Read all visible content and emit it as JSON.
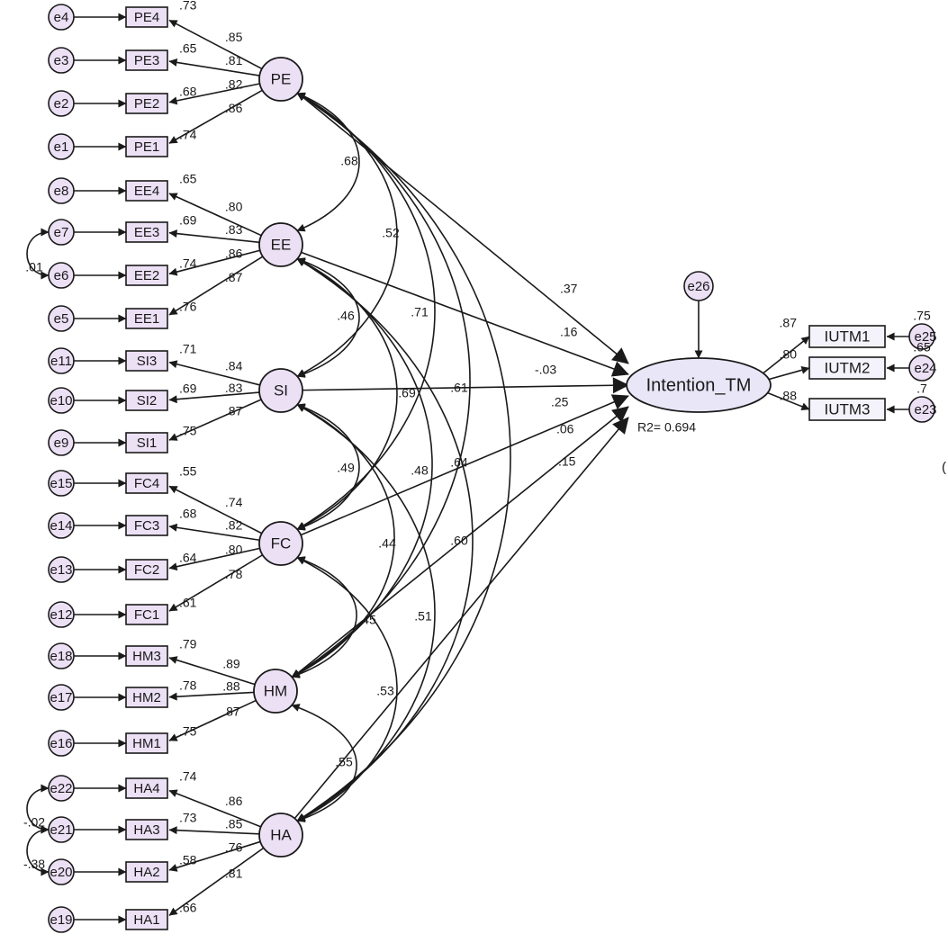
{
  "diagram": {
    "latents": [
      {
        "id": "PE",
        "label": "PE"
      },
      {
        "id": "EE",
        "label": "EE"
      },
      {
        "id": "SI",
        "label": "SI"
      },
      {
        "id": "FC",
        "label": "FC"
      },
      {
        "id": "HM",
        "label": "HM"
      },
      {
        "id": "HA",
        "label": "HA"
      }
    ],
    "outcome": {
      "label": "Intention_TM",
      "r2": "R2= 0.694",
      "error": "e26"
    },
    "indicators": [
      {
        "item": "PE4",
        "error": "e4",
        "r2": ".73",
        "loading": ".85",
        "latent": "PE"
      },
      {
        "item": "PE3",
        "error": "e3",
        "r2": ".65",
        "loading": ".81",
        "latent": "PE"
      },
      {
        "item": "PE2",
        "error": "e2",
        "r2": ".68",
        "loading": ".82",
        "latent": "PE"
      },
      {
        "item": "PE1",
        "error": "e1",
        "r2": ".74",
        "loading": ".86",
        "latent": "PE"
      },
      {
        "item": "EE4",
        "error": "e8",
        "r2": ".65",
        "loading": ".80",
        "latent": "EE"
      },
      {
        "item": "EE3",
        "error": "e7",
        "r2": ".69",
        "loading": ".83",
        "latent": "EE"
      },
      {
        "item": "EE2",
        "error": "e6",
        "r2": ".74",
        "loading": ".86",
        "latent": "EE"
      },
      {
        "item": "EE1",
        "error": "e5",
        "r2": ".76",
        "loading": ".87",
        "latent": "EE"
      },
      {
        "item": "SI3",
        "error": "e11",
        "r2": ".71",
        "loading": ".84",
        "latent": "SI"
      },
      {
        "item": "SI2",
        "error": "e10",
        "r2": ".69",
        "loading": ".83",
        "latent": "SI"
      },
      {
        "item": "SI1",
        "error": "e9",
        "r2": ".75",
        "loading": ".87",
        "latent": "SI"
      },
      {
        "item": "FC4",
        "error": "e15",
        "r2": ".55",
        "loading": ".74",
        "latent": "FC"
      },
      {
        "item": "FC3",
        "error": "e14",
        "r2": ".68",
        "loading": ".82",
        "latent": "FC"
      },
      {
        "item": "FC2",
        "error": "e13",
        "r2": ".64",
        "loading": ".80",
        "latent": "FC"
      },
      {
        "item": "FC1",
        "error": "e12",
        "r2": ".61",
        "loading": ".78",
        "latent": "FC"
      },
      {
        "item": "HM3",
        "error": "e18",
        "r2": ".79",
        "loading": ".89",
        "latent": "HM"
      },
      {
        "item": "HM2",
        "error": "e17",
        "r2": ".78",
        "loading": ".88",
        "latent": "HM"
      },
      {
        "item": "HM1",
        "error": "e16",
        "r2": ".75",
        "loading": ".87",
        "latent": "HM"
      },
      {
        "item": "HA4",
        "error": "e22",
        "r2": ".74",
        "loading": ".86",
        "latent": "HA"
      },
      {
        "item": "HA3",
        "error": "e21",
        "r2": ".73",
        "loading": ".85",
        "latent": "HA"
      },
      {
        "item": "HA2",
        "error": "e20",
        "r2": ".58",
        "loading": ".76",
        "latent": "HA"
      },
      {
        "item": "HA1",
        "error": "e19",
        "r2": ".66",
        "loading": ".81",
        "latent": "HA"
      }
    ],
    "outcome_indicators": [
      {
        "item": "IUTM1",
        "error": "e25",
        "loading": ".87",
        "r2": ".75"
      },
      {
        "item": "IUTM2",
        "error": "e24",
        "loading": ".80",
        "r2": ".65"
      },
      {
        "item": "IUTM3",
        "error": "e23",
        "loading": ".88",
        "r2": ".7"
      }
    ],
    "paths": [
      {
        "from": "PE",
        "coef": ".37"
      },
      {
        "from": "EE",
        "coef": ".16"
      },
      {
        "from": "SI",
        "coef": "-.03"
      },
      {
        "from": "FC",
        "coef": ".25"
      },
      {
        "from": "HM",
        "coef": ".06"
      },
      {
        "from": "HA",
        "coef": ".15"
      }
    ],
    "correlations": [
      {
        "a": "PE",
        "b": "EE",
        "value": ".68"
      },
      {
        "a": "PE",
        "b": "SI",
        "value": ".52"
      },
      {
        "a": "PE",
        "b": "FC",
        "value": ".71"
      },
      {
        "a": "PE",
        "b": "HM",
        "value": ".61"
      },
      {
        "a": "PE",
        "b": "HA",
        "value": ".64"
      },
      {
        "a": "EE",
        "b": "SI",
        "value": ".46"
      },
      {
        "a": "EE",
        "b": "FC",
        "value": ".69"
      },
      {
        "a": "EE",
        "b": "HM",
        "value": ".48"
      },
      {
        "a": "EE",
        "b": "HA",
        "value": ".60"
      },
      {
        "a": "SI",
        "b": "FC",
        "value": ".49"
      },
      {
        "a": "SI",
        "b": "HM",
        "value": ".44"
      },
      {
        "a": "SI",
        "b": "HA",
        "value": ".51"
      },
      {
        "a": "FC",
        "b": "HM",
        "value": ".45"
      },
      {
        "a": "FC",
        "b": "HA",
        "value": ".53"
      },
      {
        "a": "HM",
        "b": "HA",
        "value": ".55"
      }
    ],
    "error_covariances": [
      {
        "a": "e7",
        "b": "e6",
        "value": ".01"
      },
      {
        "a": "e22",
        "b": "e21",
        "value": "-.02"
      },
      {
        "a": "e21",
        "b": "e20",
        "value": "-.38"
      }
    ],
    "edge_mark": "("
  },
  "colors": {
    "node_fill": "#ece0f5",
    "node_stroke": "#1a1a1a",
    "outcome_fill": "#e8e6f7",
    "line": "#1a1a1a"
  }
}
